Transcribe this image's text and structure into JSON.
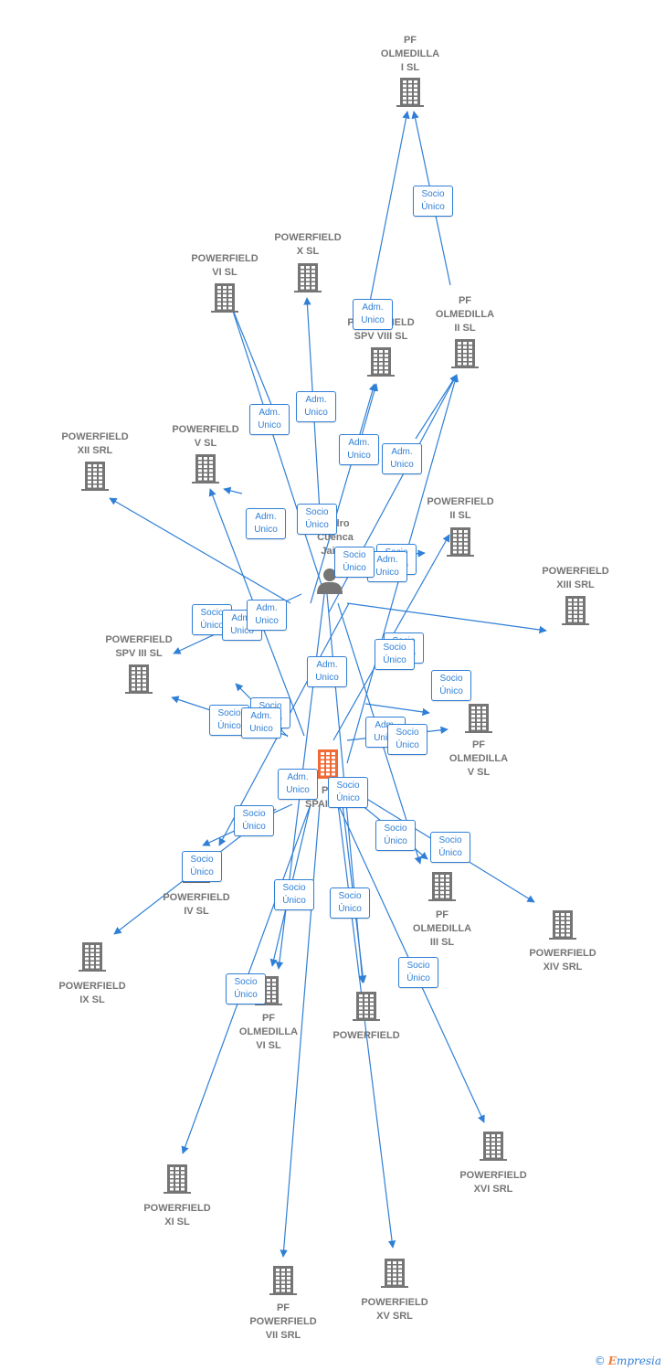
{
  "colors": {
    "edge": "#2f7fd6",
    "company": "#757575",
    "main": "#ef6a35",
    "person": "#757575"
  },
  "center": {
    "label": "PF\nSPAIN SL"
  },
  "person": {
    "label": "Pedro\nCuenca\nJaime"
  },
  "nodes": [
    {
      "label": "PF\nOLMEDILLA\nI SL"
    },
    {
      "label": "POWERFIELD\nX SL"
    },
    {
      "label": "POWERFIELD\nVI SL"
    },
    {
      "label": "PF\nOLMEDILLA\nII SL"
    },
    {
      "label": "POWERFIELD\nSPV VIII SL"
    },
    {
      "label": "POWERFIELD\nXII SRL"
    },
    {
      "label": "POWERFIELD\nV SL"
    },
    {
      "label": "POWERFIELD\nII SL"
    },
    {
      "label": "POWERFIELD\nXIII SRL"
    },
    {
      "label": "POWERFIELD\nSPV III SL"
    },
    {
      "label": "POWERFIELD\nIV SL"
    },
    {
      "label": "PF\nOLMEDILLA\nV SL"
    },
    {
      "label": "PF\nOLMEDILLA\nIII SL"
    },
    {
      "label": "POWERFIELD\nXIV SRL"
    },
    {
      "label": "POWERFIELD\nIX SL"
    },
    {
      "label": "PF\nOLMEDILLA\nVI SL"
    },
    {
      "label": "POWERFIELD"
    },
    {
      "label": "POWERFIELD\nXVI SRL"
    },
    {
      "label": "POWERFIELD\nXI SL"
    },
    {
      "label": "PF\nPOWERFIELD\nVII SRL"
    },
    {
      "label": "POWERFIELD\nXV SRL"
    }
  ],
  "badges": [
    "Socio\nÚnico",
    "Adm.\nUnico",
    "Adm.\nUnico",
    "Adm.\nUnico",
    "Adm.\nUnico",
    "Adm.\nUnico",
    "Adm.\nUnico",
    "Socio\nÚnico",
    "Socio\nÚnico",
    "Adm.\nUnico",
    "Socio\nÚnico",
    "Socio\nÚnico",
    "Adm.\nUnico",
    "Adm.\nUnico",
    "Socio\nÚnico",
    "Socio\nÚnico",
    "Adm.\nUnico",
    "Adm.\nUnico",
    "Socio\nÚnico",
    "Socio\nÚnico",
    "Adm.\nUnico",
    "Adm.\nUnico",
    "Socio\nÚnico",
    "Socio\nÚnico",
    "Socio\nÚnico",
    "Socio\nÚnico",
    "Socio\nÚnico",
    "Socio\nÚnico",
    "Socio\nÚnico",
    "Socio\nÚnico",
    "Socio\nÚnico",
    "Socio\nÚnico",
    "Socio\nÚnico"
  ],
  "footer": {
    "copyright": "©",
    "brand_initial": "E",
    "brand_rest": "mpresia"
  }
}
